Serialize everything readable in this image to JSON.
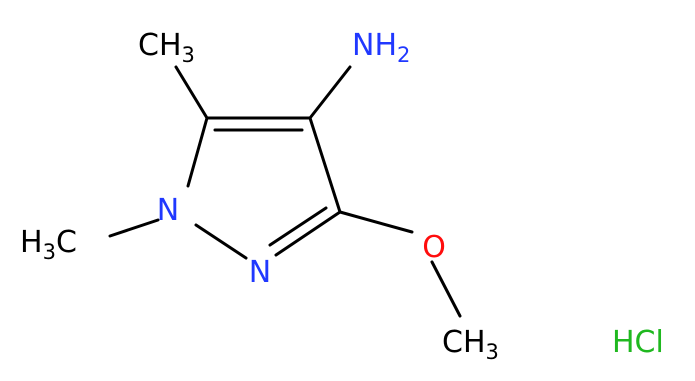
{
  "molecule": {
    "atoms": {
      "n1": {
        "symbol": "N"
      },
      "n2": {
        "symbol": "N"
      },
      "o": {
        "symbol": "O"
      },
      "nh2": {
        "symbol": "NH",
        "subscript": "2"
      },
      "ch3_top": {
        "symbol": "CH",
        "subscript": "3"
      },
      "ch3_left": {
        "prefix": "H",
        "subscript": "3",
        "symbol": "C"
      },
      "ch3_bottom": {
        "symbol": "CH",
        "subscript": "3"
      }
    },
    "salt": "HCl"
  },
  "colors": {
    "carbon": "#000000",
    "nitrogen": "#2038ff",
    "oxygen": "#ff0d0d",
    "chlorine": "#1fb81f"
  }
}
